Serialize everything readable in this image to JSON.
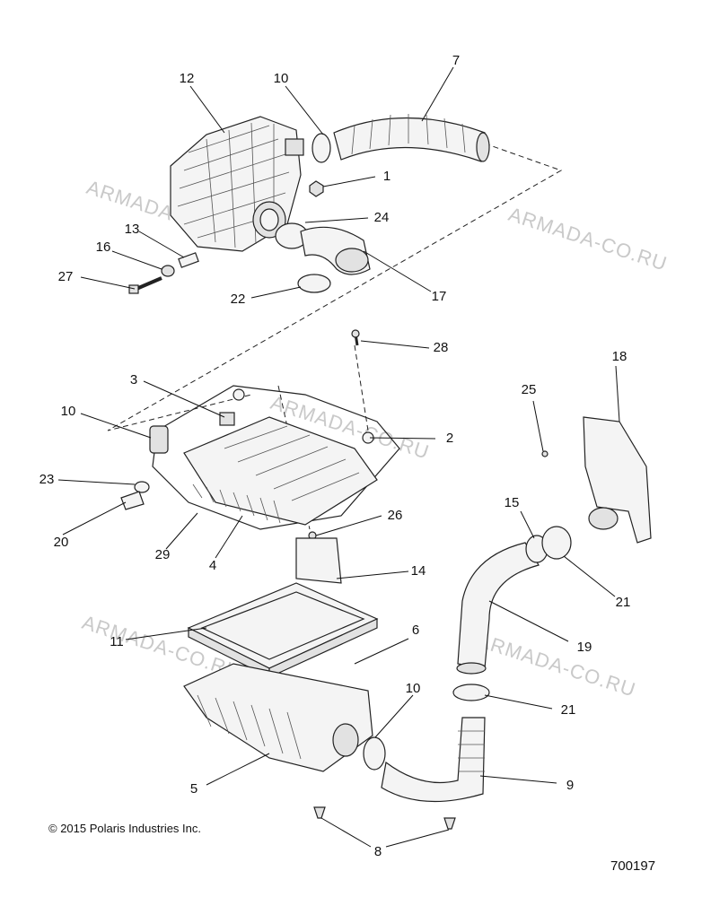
{
  "watermark": "ARMADA-CO.RU",
  "copyright": "© 2015 Polaris Industries Inc.",
  "document_number": "700197",
  "callouts": {
    "c1": "1",
    "c2": "2",
    "c3": "3",
    "c4": "4",
    "c5": "5",
    "c6": "6",
    "c7": "7",
    "c8": "8",
    "c9": "9",
    "c10a": "10",
    "c10b": "10",
    "c10c": "10",
    "c11": "11",
    "c12": "12",
    "c13": "13",
    "c14": "14",
    "c15": "15",
    "c16": "16",
    "c17": "17",
    "c18": "18",
    "c19": "19",
    "c20": "20",
    "c21a": "21",
    "c21b": "21",
    "c22": "22",
    "c23": "23",
    "c24": "24",
    "c25": "25",
    "c26": "26",
    "c27": "27",
    "c28": "28",
    "c29": "29"
  }
}
